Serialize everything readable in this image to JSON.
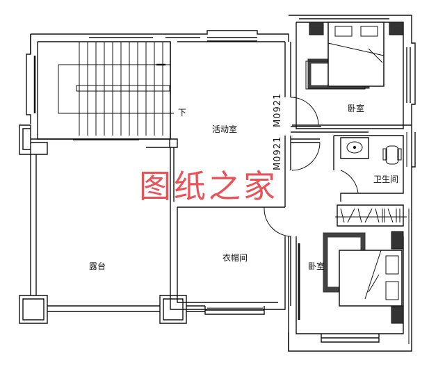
{
  "plan": {
    "type": "floor-plan",
    "wall_color": "#111111",
    "background": "#ffffff"
  },
  "rooms": {
    "activity_room": "活动室",
    "bedroom_top": "卧室",
    "bathroom": "卫生间",
    "terrace": "露台",
    "cloakroom": "衣帽间",
    "bedroom_bottom": "卧室"
  },
  "stairs": {
    "direction_label": "下"
  },
  "doors": {
    "door_upper": "M0921",
    "door_lower": "M0921"
  },
  "watermark": {
    "text": "图纸之家",
    "color": "#e8353a"
  }
}
